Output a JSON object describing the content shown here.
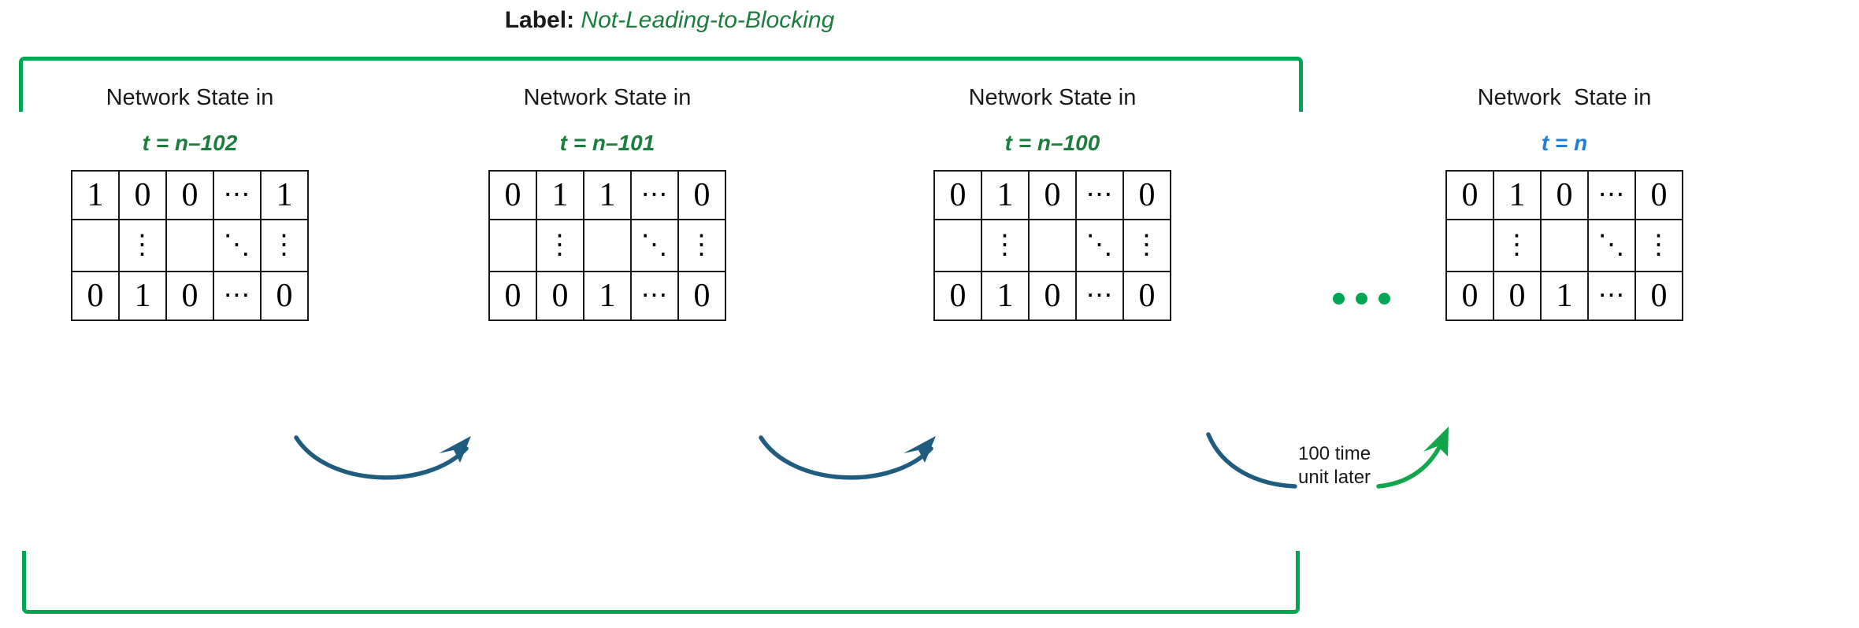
{
  "title": {
    "label": "Label:",
    "value": "Not-Leading-to-Blocking"
  },
  "colors": {
    "green_bracket": "#00a651",
    "green_text": "#1d7d3f",
    "blue_text": "#1f7fd4",
    "blue_arrow": "#1f5c7e",
    "green_arrow": "#12a54a",
    "cell_border": "#1a1a1a"
  },
  "caption": {
    "line1": "100 time",
    "line2": "unit later"
  },
  "group_ellipsis": "• • •",
  "states": [
    {
      "title": "Network State in",
      "time": "t = n–102",
      "time_color": "green",
      "rows": [
        [
          "1",
          "0",
          "0",
          "⋯",
          "1"
        ],
        [
          "",
          "⋮",
          "",
          "⋱",
          "⋮"
        ],
        [
          "0",
          "1",
          "0",
          "⋯",
          "0"
        ]
      ]
    },
    {
      "title": "Network State in",
      "time": "t = n–101",
      "time_color": "green",
      "rows": [
        [
          "0",
          "1",
          "1",
          "⋯",
          "0"
        ],
        [
          "",
          "⋮",
          "",
          "⋱",
          "⋮"
        ],
        [
          "0",
          "0",
          "1",
          "⋯",
          "0"
        ]
      ]
    },
    {
      "title": "Network State in",
      "time": "t = n–100",
      "time_color": "green",
      "rows": [
        [
          "0",
          "1",
          "0",
          "⋯",
          "0"
        ],
        [
          "",
          "⋮",
          "",
          "⋱",
          "⋮"
        ],
        [
          "0",
          "1",
          "0",
          "⋯",
          "0"
        ]
      ]
    },
    {
      "title": "Network  State in",
      "time": "t = n",
      "time_color": "blue",
      "rows": [
        [
          "0",
          "1",
          "0",
          "⋯",
          "0"
        ],
        [
          "",
          "⋮",
          "",
          "⋱",
          "⋮"
        ],
        [
          "0",
          "0",
          "1",
          "⋯",
          "0"
        ]
      ]
    }
  ]
}
